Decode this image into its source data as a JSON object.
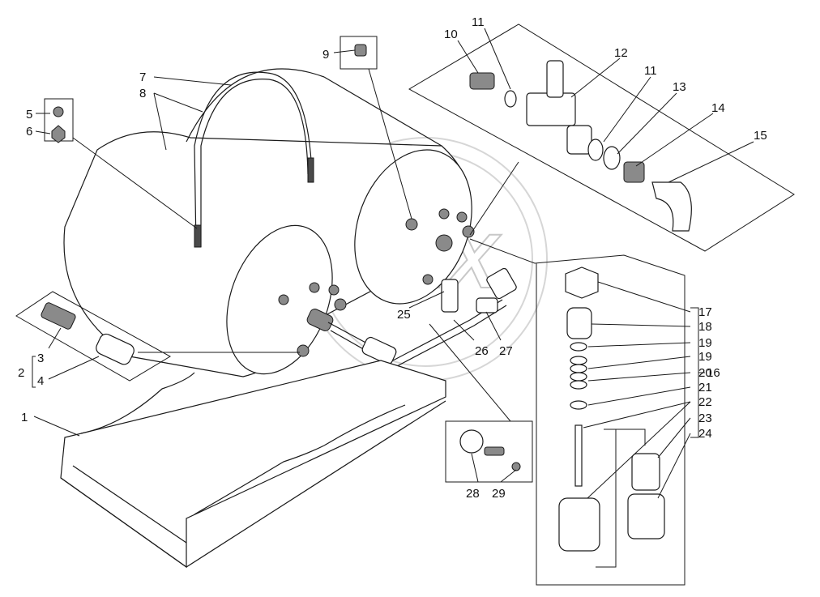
{
  "watermark": "OPEX",
  "callouts": [
    "1",
    "2",
    "3",
    "4",
    "5",
    "6",
    "7",
    "8",
    "9",
    "10",
    "11",
    "11",
    "12",
    "13",
    "14",
    "15",
    "16",
    "17",
    "18",
    "19",
    "19",
    "20",
    "21",
    "22",
    "23",
    "24",
    "25",
    "26",
    "27",
    "28",
    "29"
  ]
}
